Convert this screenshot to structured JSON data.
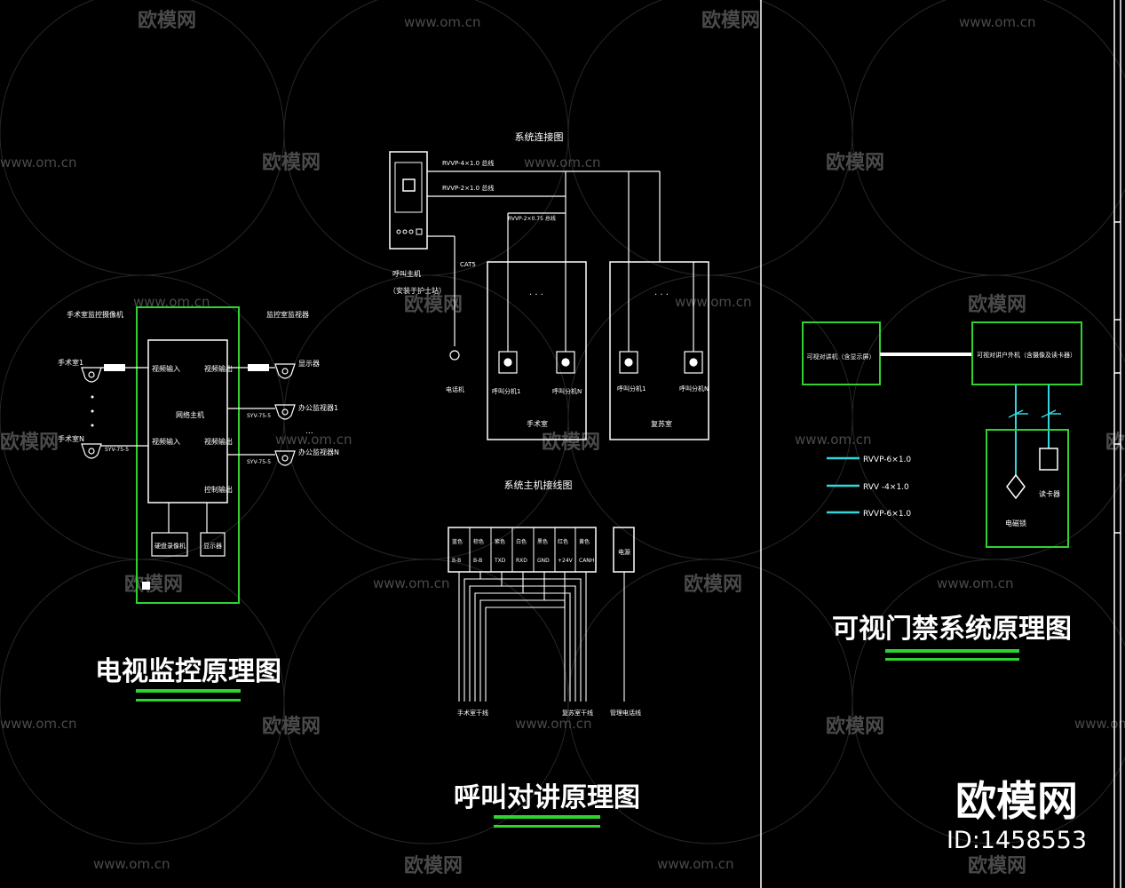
{
  "colors": {
    "background": "#000000",
    "line": "#ffffff",
    "frame": "#2fd22f",
    "cyan": "#33d6dc",
    "watermark": "#4a4a4a"
  },
  "cctv": {
    "title": "电视监控原理图",
    "left_header": "手术室监控摄像机",
    "right_header": "监控室监视器",
    "cam1": "手术室1",
    "cam2": "手术室N",
    "cam_cable": "SYV-75-5",
    "video_in1": "视频输入",
    "video_in2": "视频输入",
    "host": "网络主机",
    "video_out1": "视频输出",
    "video_out2": "视频输出",
    "control_out": "控制输出",
    "mon1": "显示器",
    "mon2": "办公监视器1",
    "mon3": "办公监视器N",
    "out_cable1": "SYV-75-5",
    "out_cable2": "SYV-75-5",
    "dvr": "硬盘录像机",
    "display": "显示器",
    "ellipsis": "..."
  },
  "intercom": {
    "title": "呼叫对讲原理图",
    "system_title": "系统连接图",
    "host_label_1": "呼叫主机",
    "host_label_2": "（安装于护士站）",
    "cable1": "RVVP-4×1.0 总线",
    "cable2": "RVVP-2×1.0 总线",
    "cable3": "RVVP-2×0.75 总线",
    "cable4": "CAT5",
    "phone": "电话机",
    "box1_label": "手术室",
    "box2_label": "复苏室",
    "box1_ellipsis": "· · ·",
    "box2_ellipsis": "· · ·",
    "dev1": "呼叫分机1",
    "dev2": "呼叫分机N",
    "dev3": "呼叫分机1",
    "dev4": "呼叫分机N",
    "wiring_title": "系统主机接线图",
    "terminals": [
      {
        "top": "蓝色",
        "bottom": "B-B"
      },
      {
        "top": "棕色",
        "bottom": "B-B"
      },
      {
        "top": "紫色",
        "bottom": "TXD"
      },
      {
        "top": "白色",
        "bottom": "RXD"
      },
      {
        "top": "黑色",
        "bottom": "GND"
      },
      {
        "top": "红色",
        "bottom": "+24V"
      },
      {
        "top": "黄色",
        "bottom": "CANH"
      }
    ],
    "power": "电源",
    "bottom1": "手术室干线",
    "bottom2": "复苏室干线",
    "bottom3": "管理电话线"
  },
  "access": {
    "title": "可视门禁系统原理图",
    "left_box": "可视对讲机（含显示屏）",
    "right_box": "可视对讲户外机（含摄像及读卡器）",
    "legend1": "RVVP-6×1.0",
    "legend2": "RVV -4×1.0",
    "legend3": "RVVP-6×1.0",
    "lock": "电磁锁",
    "reader": "读卡器"
  },
  "watermarks": {
    "site_text": "www.om.cn",
    "brand_text": "欧模网",
    "brand_big": "欧模网",
    "id_text": "ID:1458553"
  }
}
